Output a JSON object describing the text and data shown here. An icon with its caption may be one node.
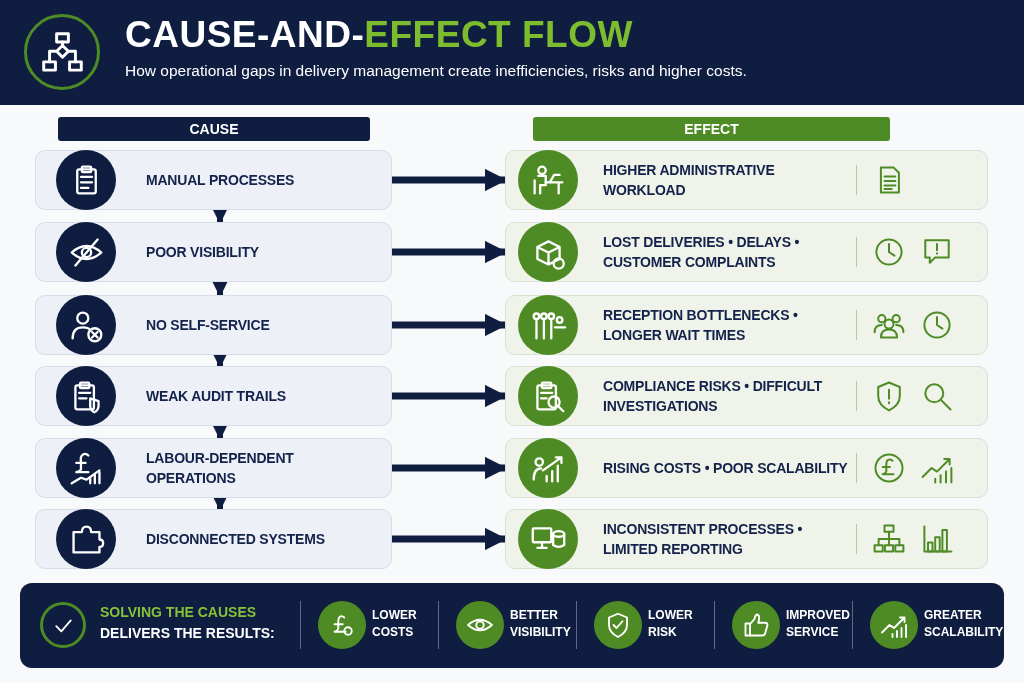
{
  "diagram": {
    "title": "CAUSE-AND-EFFECT FLOW",
    "nodes": [
      {
        "text": [
          "CAUSE"
        ]
      },
      {
        "text": [
          "EFFECT"
        ]
      },
      {
        "text": [
          "MANUAL PROCESSES"
        ]
      },
      {
        "text": [
          "POOR VISIBILITY"
        ]
      },
      {
        "text": [
          "NO SELF-SERVICE"
        ]
      },
      {
        "text": [
          "WEAK AUDIT TRAILS"
        ]
      },
      {
        "text": [
          "LABOUR-DEPENDENT OPERATIONS"
        ]
      },
      {
        "text": [
          "DISCONNECTED SYSTEMS"
        ]
      },
      {
        "text": [
          "HIGHER ADMINISTRATIVE WORKLOAD"
        ]
      },
      {
        "text": [
          "LOST DELIVERIES • DELAYS • CUSTOMER COMPLAINTS"
        ]
      },
      {
        "text": [
          "RECEPTION BOTTLENECKS • LONGER WAIT TIMES"
        ]
      },
      {
        "text": [
          "COMPLIANCE RISKS • DIFFICULT INVESTIGATIONS"
        ]
      },
      {
        "text": [
          "RISING COSTS • POOR SCALABILITY"
        ]
      },
      {
        "text": [
          "INCONSISTENT PROCESSES • LIMITED REPORTING"
        ]
      },
      {
        "text": [
          "SOLVING THE CAUSES",
          "DELIVERS THE RESULTS:",
          "LOWER COSTS",
          "BETTER VISIBILITY",
          "LOWER RISK",
          "IMPROVED SERVICE",
          "GREATER SCALABILITY"
        ]
      }
    ],
    "edges": [
      {
        "from": 2,
        "to": 8,
        "arrow": "to"
      },
      {
        "from": 2,
        "to": 3,
        "arrow": "to"
      },
      {
        "from": 3,
        "to": 9,
        "arrow": "to"
      },
      {
        "from": 3,
        "to": 4,
        "arrow": "to"
      },
      {
        "from": 4,
        "to": 10,
        "arrow": "to"
      },
      {
        "from": 4,
        "to": 5,
        "arrow": "to"
      },
      {
        "from": 5,
        "to": 11,
        "arrow": "to"
      },
      {
        "from": 5,
        "to": 6,
        "arrow": "to"
      },
      {
        "from": 6,
        "to": 12,
        "arrow": "to"
      },
      {
        "from": 6,
        "to": 7,
        "arrow": "to"
      },
      {
        "from": 7,
        "to": 13,
        "arrow": "to"
      }
    ],
    "labels": [
      "How operational gaps in delivery management create inefficiencies, risks and higher costs."
    ]
  }
}
